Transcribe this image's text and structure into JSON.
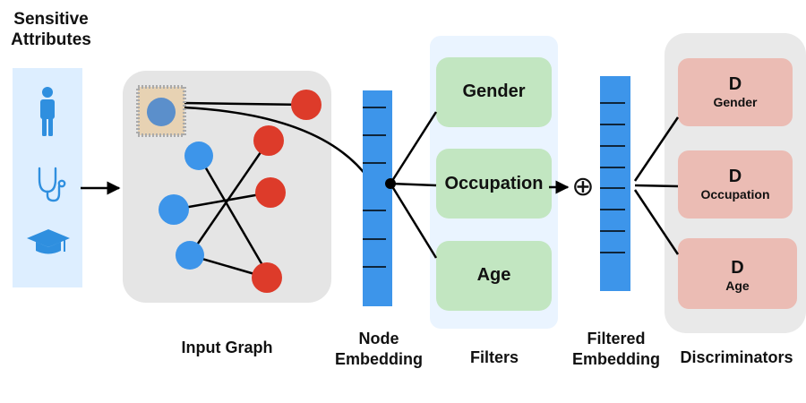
{
  "sensitive_attributes": {
    "title_line1": "Sensitive",
    "title_line2": "Attributes",
    "icons": [
      "person-icon",
      "stethoscope-icon",
      "graduation-cap-icon"
    ]
  },
  "input_graph": {
    "label": "Input Graph"
  },
  "node_embedding": {
    "label_line1": "Node",
    "label_line2": "Embedding"
  },
  "filters": {
    "label": "Filters",
    "items": [
      "Gender",
      "Occupation",
      "Age"
    ]
  },
  "operator": {
    "symbol": "⊕"
  },
  "filtered_embedding": {
    "label_line1": "Filtered",
    "label_line2": "Embedding"
  },
  "discriminators": {
    "label": "Discriminators",
    "items": [
      {
        "letter": "D",
        "attr": "Gender"
      },
      {
        "letter": "D",
        "attr": "Occupation"
      },
      {
        "letter": "D",
        "attr": "Age"
      }
    ]
  },
  "colors": {
    "attr_panel": "#ddeeff",
    "icon_blue": "#2f8fdf",
    "graph_panel": "#e5e5e5",
    "node_blue": "#3d95ea",
    "node_red": "#dd3b2a",
    "embedding": "#3d95ea",
    "filter_panel": "#eaf4ff",
    "filter_box": "#c2e6c1",
    "disc_panel": "#e9e9e9",
    "disc_box": "#ebbcb4"
  }
}
